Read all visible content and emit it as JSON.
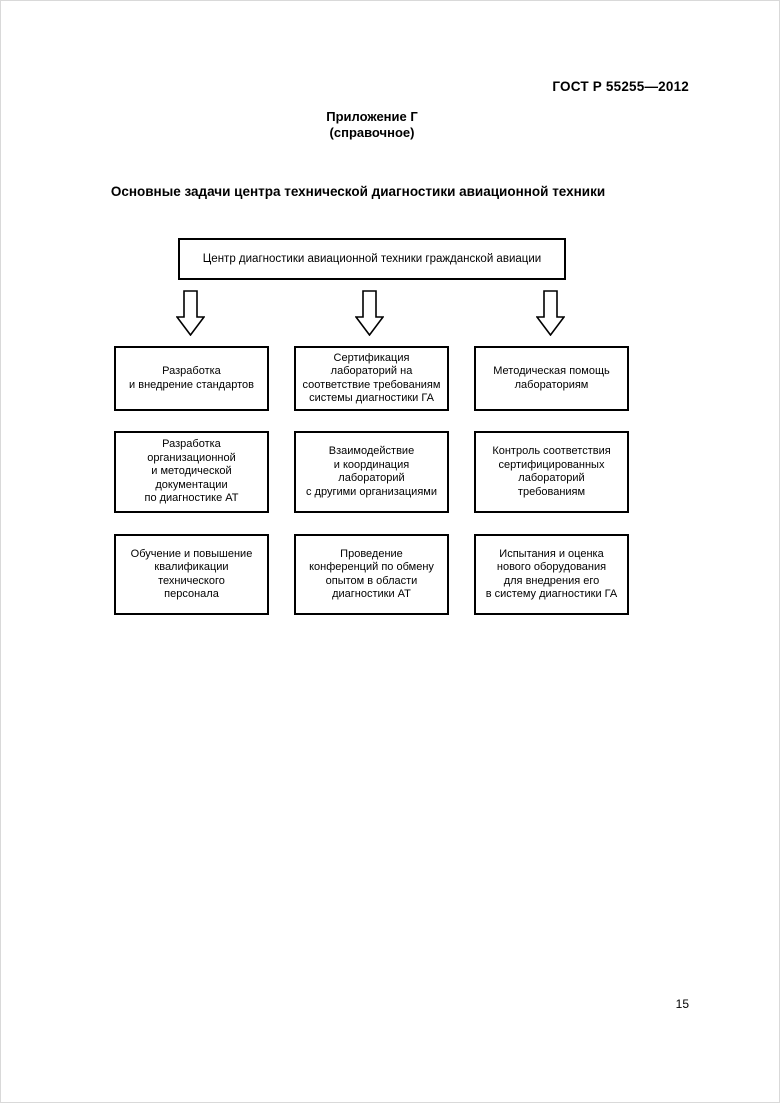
{
  "page": {
    "standard_number": "ГОСТ Р 55255—2012",
    "page_number": "15"
  },
  "appendix": {
    "name": "Приложение Г",
    "type": "(справочное)"
  },
  "colors": {
    "ink": "#000000",
    "paper": "#ffffff"
  },
  "diagram": {
    "title": "Основные задачи центра технической диагностики авиационной техники",
    "root": "Центр диагностики авиационной техники гражданской авиации",
    "arrow_icon": "down-arrow",
    "boxes": [
      "Разработка\nи внедрение стандартов",
      "Сертификация\nлабораторий на\nсоответствие требованиям\nсистемы диагностики ГА",
      "Методическая помощь\nлабораториям",
      "Разработка\nорганизационной\nи методической\nдокументации\nпо диагностике АТ",
      "Взаимодействие\nи координация\nлабораторий\nс другими организациями",
      "Контроль соответствия\nсертифицированных\nлабораторий\nтребованиям",
      "Обучение и повышение\nквалификации\nтехнического\nперсонала",
      "Проведение\nконференций по обмену\nопытом в области\nдиагностики АТ",
      "Испытания и оценка\nнового оборудования\nдля внедрения его\nв систему диагностики ГА"
    ]
  }
}
